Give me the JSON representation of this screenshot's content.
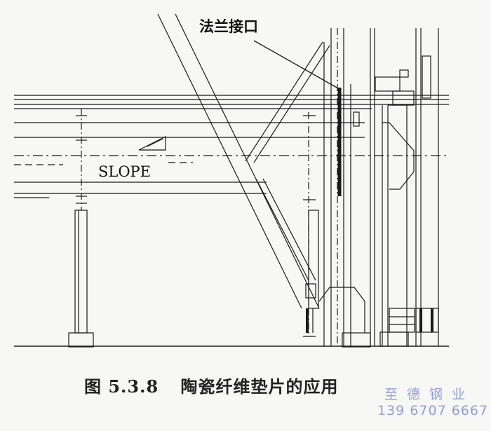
{
  "diagram": {
    "label_flange": "法兰接口",
    "label_slope": "SLOPE",
    "ghost_text": "",
    "caption_number": "图 5.3.8",
    "caption_title": "陶瓷纤维垫片的应用"
  },
  "watermark": {
    "company": "至德钢业",
    "phone": "139 6707 6667"
  },
  "colors": {
    "line": "#1a1a1a",
    "watermark": "#7f8fd8",
    "background": "#f7f7f5"
  }
}
